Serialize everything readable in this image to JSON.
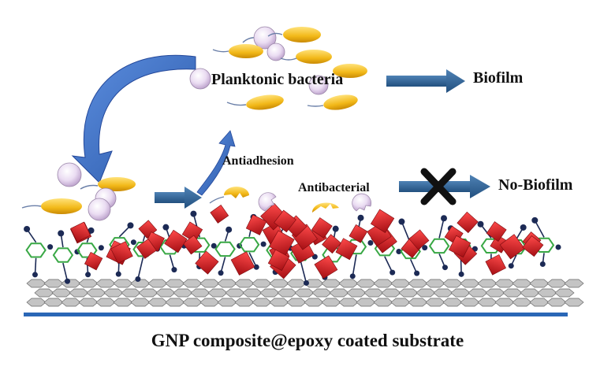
{
  "labels": {
    "planktonic": "Planktonic bacteria",
    "biofilm": "Biofilm",
    "antiadhesion": "Antiadhesion",
    "antibacterial": "Antibacterial",
    "no_biofilm": "No-Biofilm",
    "caption": "GNP composite@epoxy coated substrate"
  },
  "colors": {
    "arrow_blue": "#2e5d8c",
    "curve_blue": "#3d6fc4",
    "bacteria_yellow": "#f2b818",
    "spore_purple": "#e6d3ef",
    "diamond_red": "#d92027",
    "polymer_green": "#39a845",
    "node_navy": "#1c2a55",
    "sheet_gray": "#b8b8b8",
    "substrate_blue": "#2a67b6",
    "cross_black": "#111111"
  },
  "icons": [
    "rod-bacterium-icon",
    "round-spore-icon",
    "damaged-bacterium-icon",
    "nanoparticle-diamond-icon",
    "blocked-cross-icon"
  ]
}
